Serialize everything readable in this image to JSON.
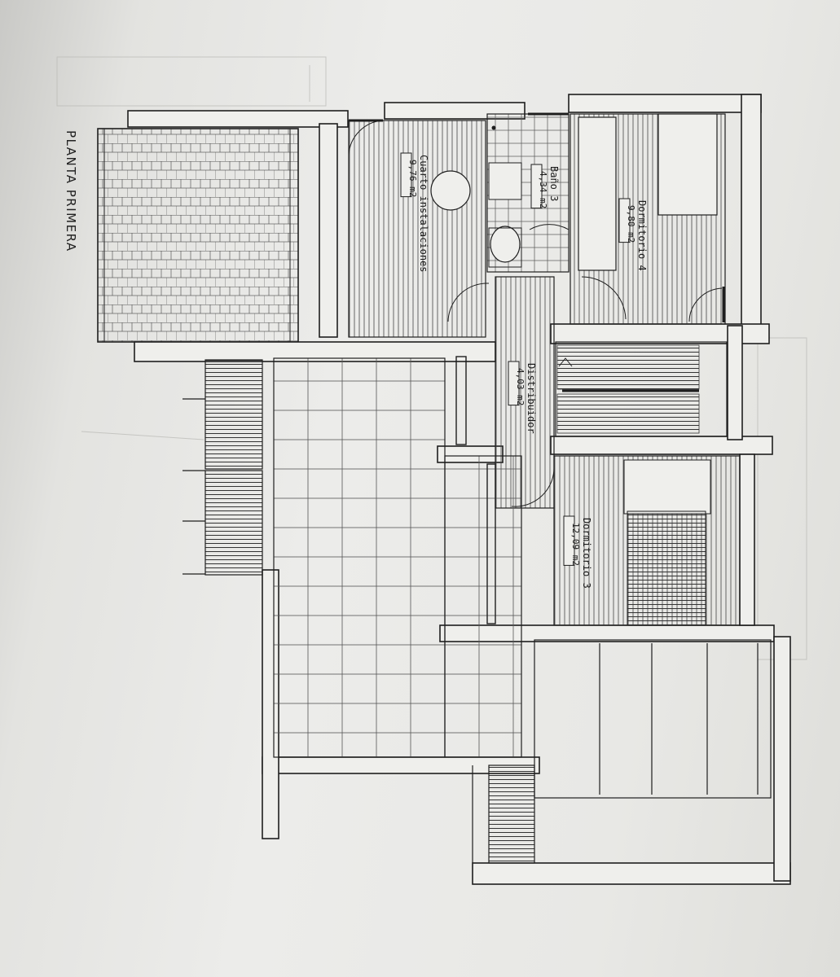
{
  "plan_title": "PLANTA PRIMERA",
  "rooms": [
    {
      "id": "cuarto",
      "name": "Cuarto instalaciones",
      "area": "9,76 m2"
    },
    {
      "id": "bano",
      "name": "Baño 3",
      "area": "4,34 m2"
    },
    {
      "id": "dorm4",
      "name": "Dormitorio 4",
      "area": "9,80 m2"
    },
    {
      "id": "distribuidor",
      "name": "Distribuidor",
      "area": "4,03 m2"
    },
    {
      "id": "dorm3",
      "name": "Dormitorio 3",
      "area": "12,09 m2"
    }
  ],
  "colors": {
    "line": "#1e1e1e",
    "hatch": "#3a3a3a",
    "paper": "#ececea"
  }
}
